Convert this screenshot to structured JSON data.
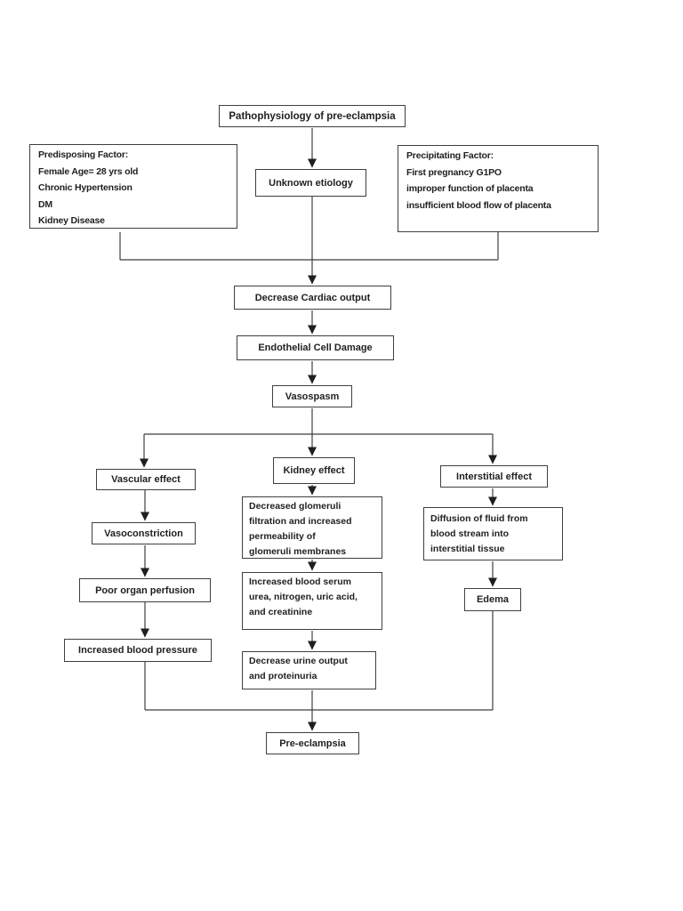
{
  "diagram": {
    "colors": {
      "line": "#3f3f3f",
      "box_border": "#3f3f3f",
      "text": "#1f1f1f",
      "background": "#ffffff"
    },
    "nodes": {
      "title": {
        "label": "Pathophysiology of pre-eclampsia"
      },
      "predisposing": {
        "label": "Predisposing Factor:\nFemale Age= 28 yrs old\nChronic Hypertension\nDM\nKidney Disease"
      },
      "precipitating": {
        "label": "Precipitating Factor:\nFirst pregnancy G1PO\nimproper function of placenta\ninsufficient blood flow of placenta"
      },
      "unknown_etiology": {
        "label": "Unknown etiology"
      },
      "decrease_cardiac_output": {
        "label": "Decrease Cardiac output"
      },
      "endothelial_cell_damage": {
        "label": "Endothelial Cell Damage"
      },
      "vasospasm": {
        "label": "Vasospasm"
      },
      "vascular_effect": {
        "label": "Vascular effect"
      },
      "kidney_effect": {
        "label": "Kidney effect"
      },
      "interstitial_effect": {
        "label": "Interstitial effect"
      },
      "vasoconstriction": {
        "label": "Vasoconstriction"
      },
      "poor_organ_perfusion": {
        "label": "Poor organ perfusion"
      },
      "increased_blood_pressure": {
        "label": "Increased blood pressure"
      },
      "decreased_glomeruli": {
        "label": "Decreased glomeruli\nfiltration and increased\npermeability of\nglomeruli membranes"
      },
      "increased_blood_serum": {
        "label": "Increased blood serum\nurea, nitrogen, uric acid,\nand creatinine"
      },
      "decrease_urine_output": {
        "label": "Decrease urine output\nand proteinuria"
      },
      "diffusion_of_fluid": {
        "label": "Diffusion of fluid from\nblood stream into\ninterstitial tissue"
      },
      "edema": {
        "label": "Edema"
      },
      "pre_eclampsia": {
        "label": "Pre-eclampsia"
      }
    }
  }
}
